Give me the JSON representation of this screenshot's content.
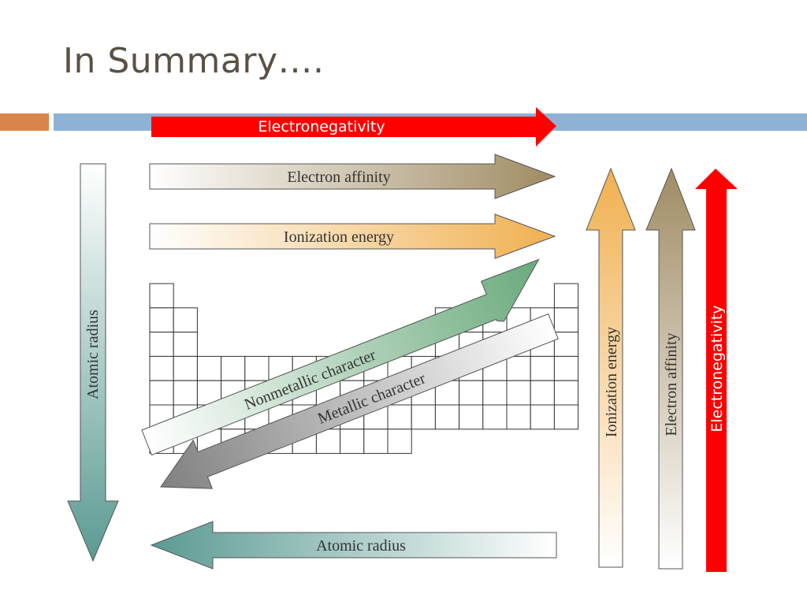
{
  "slide": {
    "title": "In Summary…."
  },
  "labels": {
    "top_electronegativity": "Electronegativity",
    "electron_affinity_h": "Electron affinity",
    "ionization_energy_h": "Ionization energy",
    "atomic_radius_v": "Atomic radius",
    "nonmetallic_character": "Nonmetallic character",
    "metallic_character": "Metallic character",
    "atomic_radius_h": "Atomic radius",
    "ionization_energy_v": "Ionization energy",
    "electron_affinity_v": "Electron affinity",
    "right_electronegativity": "Electronegativity"
  },
  "colors": {
    "title_text": "#5a5044",
    "accent_orange": "#d8844a",
    "accent_blue": "#8fb2d4",
    "electronegativity_red": "#ff0000",
    "electron_affinity_brown": "#a08c64",
    "ionization_energy_orange": "#f0b050",
    "atomic_radius_teal": "#5a9a92",
    "nonmetallic_green": "#6aaa7c",
    "metallic_gray": "#808080"
  }
}
